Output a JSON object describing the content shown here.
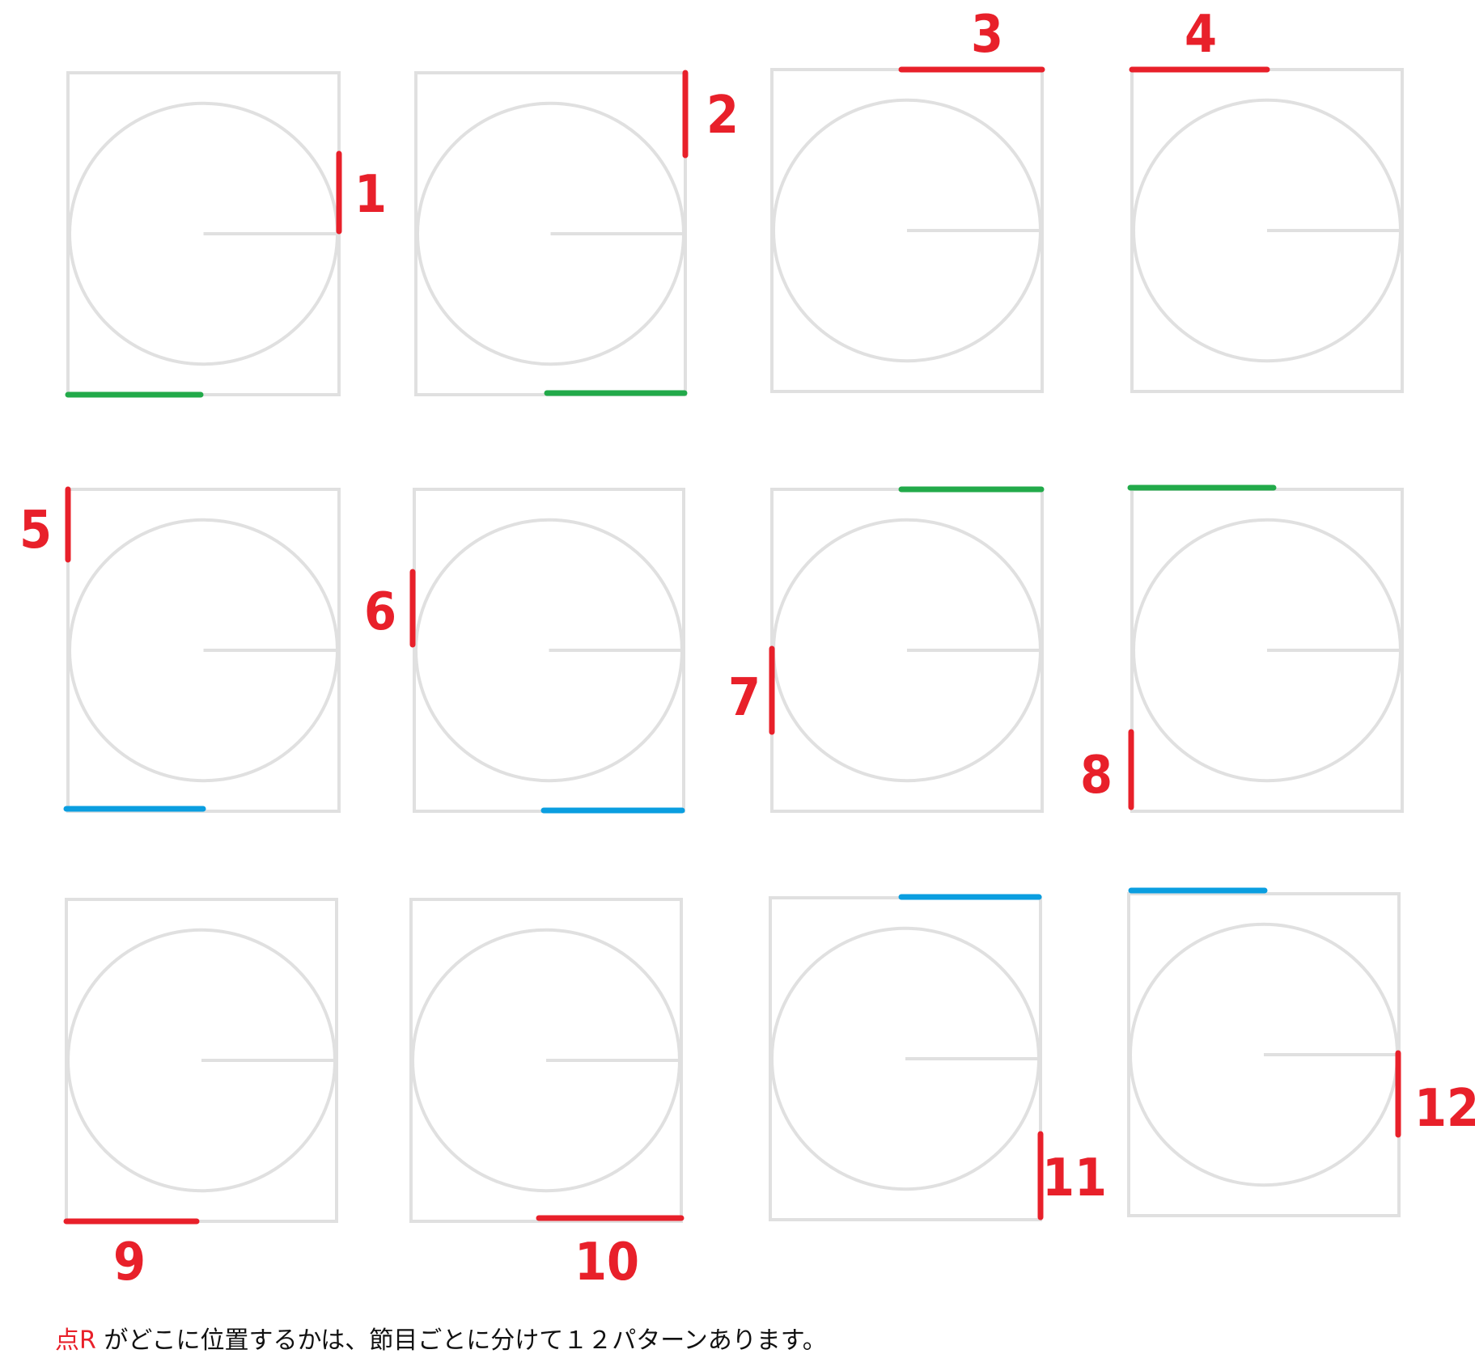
{
  "colors": {
    "outline": "#e0e0e0",
    "red": "#e8202a",
    "green": "#22aa4a",
    "blue": "#0a9ee0",
    "text": "#111111"
  },
  "panels": [
    {
      "label": "1",
      "mark_color": "green"
    },
    {
      "label": "2",
      "mark_color": "green"
    },
    {
      "label": "3",
      "mark_color": ""
    },
    {
      "label": "4",
      "mark_color": ""
    },
    {
      "label": "5",
      "mark_color": "blue"
    },
    {
      "label": "6",
      "mark_color": "blue"
    },
    {
      "label": "7",
      "mark_color": "green"
    },
    {
      "label": "8",
      "mark_color": "green"
    },
    {
      "label": "9",
      "mark_color": ""
    },
    {
      "label": "10",
      "mark_color": ""
    },
    {
      "label": "11",
      "mark_color": "blue"
    },
    {
      "label": "12",
      "mark_color": "blue"
    }
  ],
  "caption": {
    "point": "点R",
    "text": "がどこに位置するかは、節目ごとに分けて１２パターンあります。"
  }
}
